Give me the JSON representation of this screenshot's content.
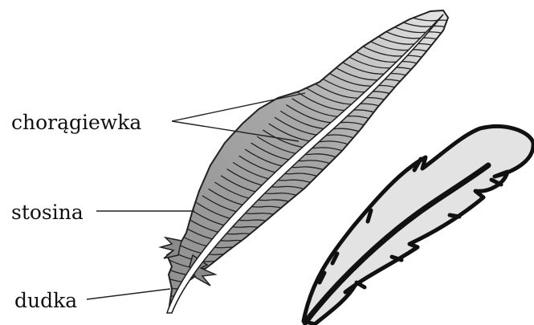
{
  "labels": {
    "vane": "chorągiewka",
    "shaft": "stosina",
    "quill": "dudka"
  },
  "colors": {
    "outline": "#222222",
    "vane_fill": "#9a9a9a",
    "vane_light": "#d8d8d8",
    "shaft": "#ffffff",
    "small_feather_fill": "#e2e2e2"
  }
}
